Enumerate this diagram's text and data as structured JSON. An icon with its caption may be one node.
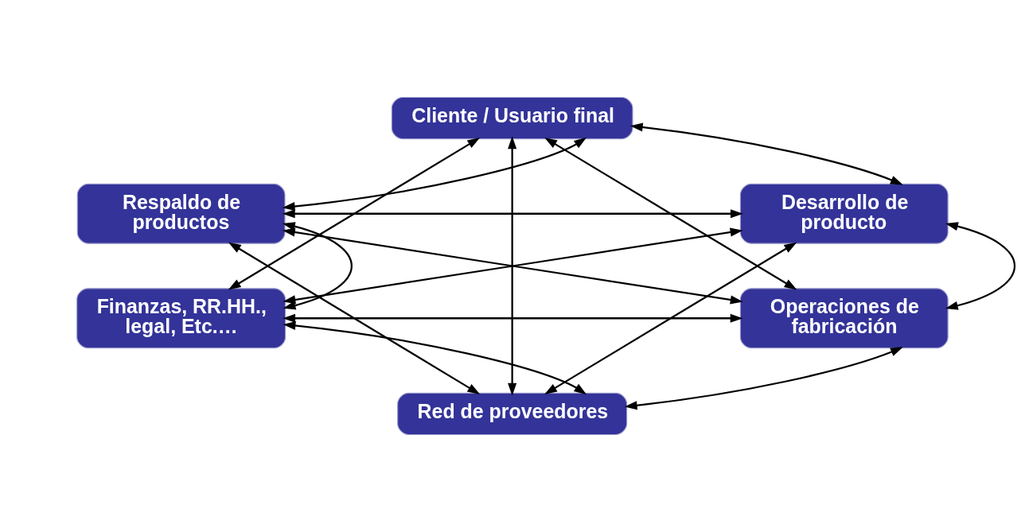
{
  "diagram": {
    "nodes": [
      {
        "text": [
          "Cliente / Usuario final"
        ]
      },
      {
        "text": [
          "Respaldo de productos"
        ]
      },
      {
        "text": [
          "Desarrollo de producto"
        ]
      },
      {
        "text": [
          "Finanzas, RR.HH., legal, Etc.…"
        ]
      },
      {
        "text": [
          "Operaciones de fabricación"
        ]
      },
      {
        "text": [
          "Red de proveedores"
        ]
      }
    ],
    "edges": [
      {
        "from": 1,
        "to": 0,
        "arrow": "both"
      },
      {
        "from": 0,
        "to": 2,
        "arrow": "both"
      },
      {
        "from": 1,
        "to": 3,
        "arrow": "both"
      },
      {
        "from": 2,
        "to": 4,
        "arrow": "both"
      },
      {
        "from": 3,
        "to": 5,
        "arrow": "both"
      },
      {
        "from": 5,
        "to": 4,
        "arrow": "both"
      },
      {
        "from": 0,
        "to": 5,
        "arrow": "both"
      },
      {
        "from": 0,
        "to": 3,
        "arrow": "both"
      },
      {
        "from": 0,
        "to": 4,
        "arrow": "both"
      },
      {
        "from": 1,
        "to": 2,
        "arrow": "both"
      },
      {
        "from": 1,
        "to": 4,
        "arrow": "both"
      },
      {
        "from": 1,
        "to": 5,
        "arrow": "both"
      },
      {
        "from": 3,
        "to": 2,
        "arrow": "both"
      },
      {
        "from": 3,
        "to": 4,
        "arrow": "both"
      },
      {
        "from": 2,
        "to": 5,
        "arrow": "both"
      }
    ]
  }
}
